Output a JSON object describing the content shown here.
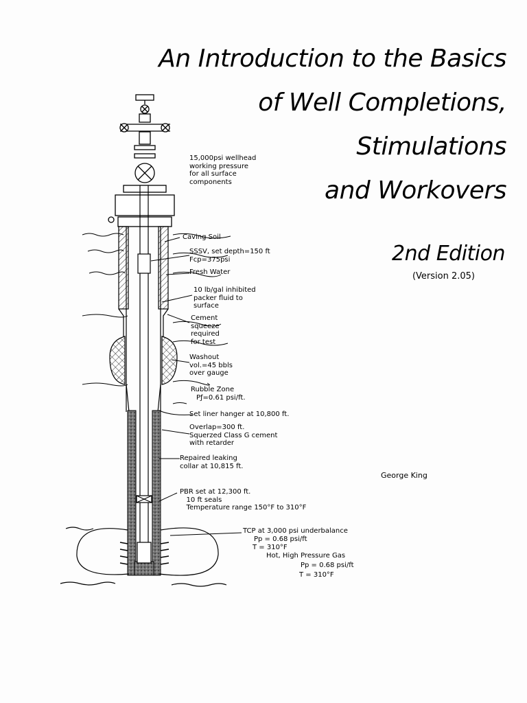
{
  "title": {
    "line1": "An Introduction to the Basics",
    "line2": "of Well Completions,",
    "line3": "Stimulations",
    "line4": "and Workovers"
  },
  "edition": "2nd Edition",
  "version": "(Version 2.05)",
  "author": "George King",
  "labels": {
    "wellhead": "15,000psi wellhead\nworking pressure\nfor all surface\ncomponents",
    "caving_soil": "Caving Soil",
    "sssv": "SSSV, set depth=150 ft\nFcp=375psi",
    "fresh_water": "Fresh Water",
    "packer_fluid": "10 lb/gal inhibited\npacker fluid to\nsurface",
    "cement_squeeze": "Cement\nsqueeze\nrequired\nfor test",
    "washout": "Washout\nvol.=45 bbls\nover gauge",
    "rubble_zone": "Rubble Zone",
    "rubble_pressure": "Pƒ=0.61 psi/ft.",
    "liner_hanger": "Set liner hanger at 10,800 ft.",
    "overlap": "Overlap=300 ft.\nSquerzed Class G cement\nwith retarder",
    "leaking_collar": "Repaired leaking\ncollar at 10,815 ft.",
    "pbr": "PBR set at 12,300 ft.\n   10 ft seals\n   Temperature range 150°F to 310°F",
    "tcp": "TCP at 3,000 psi underbalance",
    "tcp_pp": "Pp = 0.68 psi/ft",
    "tcp_t": "T = 310°F",
    "gas": "Hot, High Pressure Gas",
    "gas_pp": "Pp = 0.68 psi/ft",
    "gas_t": "T = 310°F"
  }
}
